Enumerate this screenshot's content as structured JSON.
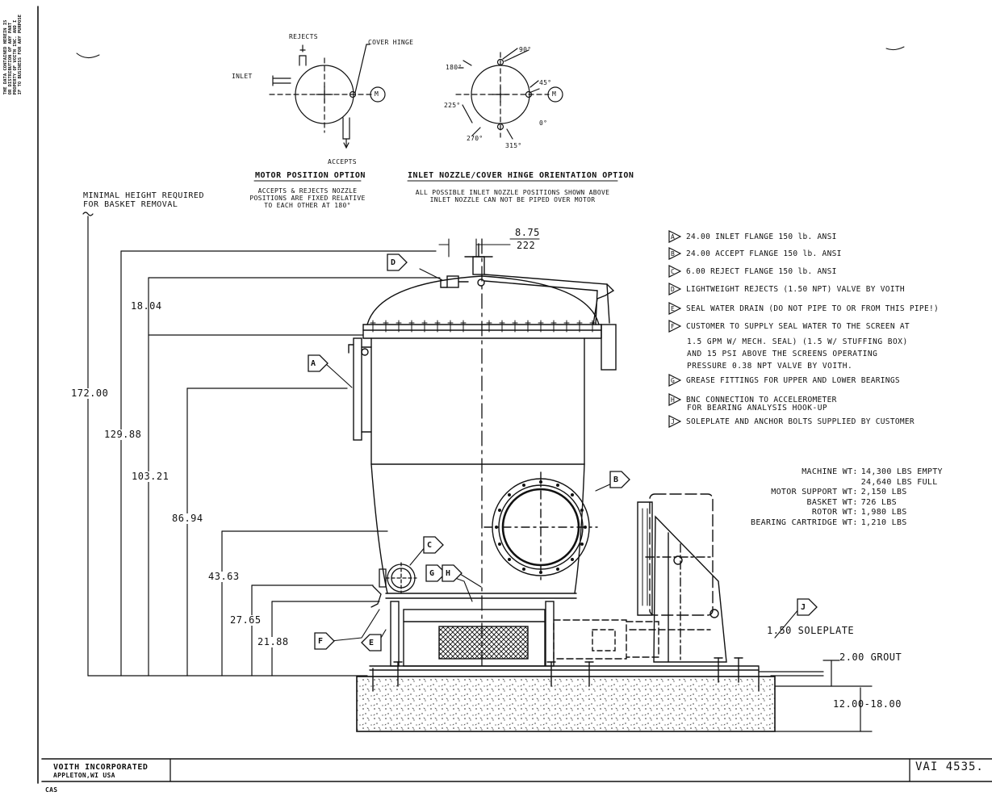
{
  "border_strip": [
    "THE DATA CONTAINED HEREIN IS",
    "OR DISTRIBUTION OF ANY PART",
    "PROPERTY OF VOITH INC. AND I",
    "IF TO BUSINESS FOR ANY PURPOSE"
  ],
  "motor_position": {
    "labels": {
      "rejects": "REJECTS",
      "cover_hinge": "COVER HINGE",
      "inlet": "INLET",
      "accepts": "ACCEPTS",
      "motor": "M"
    },
    "title": "MOTOR POSITION OPTION",
    "caption": [
      "ACCEPTS & REJECTS NOZZLE",
      "POSITIONS ARE FIXED RELATIVE",
      "TO EACH OTHER AT 180°"
    ]
  },
  "inlet_orientation": {
    "angles": {
      "a180": "180°",
      "a90": "90°",
      "a45": "45°",
      "a0": "0°",
      "a225": "225°",
      "a270": "270°",
      "a315": "315°"
    },
    "motor": "M",
    "title": "INLET NOZZLE/COVER HINGE ORIENTATION OPTION",
    "caption": [
      "ALL POSSIBLE INLET NOZZLE POSITIONS SHOWN ABOVE",
      "INLET NOZZLE CAN NOT BE PIPED OVER MOTOR"
    ]
  },
  "min_height_note": [
    "MINIMAL HEIGHT REQUIRED",
    "FOR BASKET REMOVAL"
  ],
  "dimensions": {
    "d172": "172.00",
    "d129": "129.88",
    "d103": "103.21",
    "d86": "86.94",
    "d43": "43.63",
    "d27": "27.65",
    "d21": "21.88",
    "d18": "18.04",
    "top_offset_in": "8.75",
    "top_offset_mm": "222",
    "soleplate": "1.50 SOLEPLATE",
    "grout": "2.00 GROUT",
    "foundation": "12.00-18.00"
  },
  "callouts": {
    "A": "A",
    "B": "B",
    "C": "C",
    "D": "D",
    "E": "E",
    "F": "F",
    "G": "G",
    "H": "H",
    "J": "J"
  },
  "notes": [
    {
      "key": "A",
      "text": "24.00 INLET FLANGE 150 lb. ANSI"
    },
    {
      "key": "B",
      "text": "24.00 ACCEPT FLANGE 150 lb. ANSI"
    },
    {
      "key": "C",
      "text": "6.00 REJECT FLANGE 150 lb. ANSI"
    },
    {
      "key": "D",
      "text": "LIGHTWEIGHT REJECTS (1.50 NPT) VALVE BY VOITH"
    },
    {
      "key": "E",
      "text": "SEAL WATER DRAIN  (DO NOT PIPE TO OR FROM THIS PIPE!)"
    },
    {
      "key": "F",
      "text": "CUSTOMER TO SUPPLY SEAL WATER TO THE SCREEN AT"
    },
    {
      "key": "G",
      "text": "GREASE FITTINGS FOR UPPER AND LOWER BEARINGS"
    },
    {
      "key": "H",
      "text": "BNC CONNECTION TO ACCELEROMETER"
    },
    {
      "key": "J",
      "text": "SOLEPLATE AND ANCHOR BOLTS SUPPLIED BY CUSTOMER"
    }
  ],
  "note_f_extra": [
    "1.5 GPM W/ MECH. SEAL) (1.5 W/ STUFFING BOX)",
    "AND 15 PSI ABOVE THE SCREENS OPERATING",
    "PRESSURE 0.38 NPT VALVE BY VOITH."
  ],
  "note_h_extra": "FOR BEARING ANALYSIS HOOK-UP",
  "weights": [
    {
      "label": "MACHINE WT:",
      "value": "14,300 LBS EMPTY"
    },
    {
      "label": "",
      "value": "24,640 LBS FULL"
    },
    {
      "label": "MOTOR SUPPORT WT:",
      "value": "2,150 LBS"
    },
    {
      "label": "BASKET WT:",
      "value": "726 LBS"
    },
    {
      "label": "ROTOR WT:",
      "value": "1,980 LBS"
    },
    {
      "label": "BEARING CARTRIDGE WT:",
      "value": "1,210 LBS"
    }
  ],
  "title_block": {
    "company": "VOITH INCORPORATED",
    "location": "APPLETON,WI USA",
    "code": "CAS",
    "drawing_number": "VAI 4535."
  }
}
